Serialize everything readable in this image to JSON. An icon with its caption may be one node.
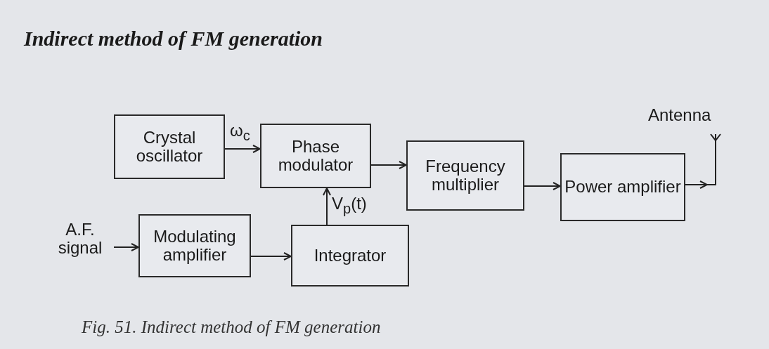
{
  "diagram": {
    "title": "Indirect method of FM generation",
    "caption": "Fig. 51. Indirect method of FM generation",
    "nodes": [
      {
        "text": [
          "Crystal oscillator"
        ]
      },
      {
        "text": [
          "Phase modulator"
        ]
      },
      {
        "text": [
          "Frequency multiplier"
        ]
      },
      {
        "text": [
          "Power amplifier"
        ]
      },
      {
        "text": [
          "A.F. signal"
        ]
      },
      {
        "text": [
          "Modulating amplifier"
        ]
      },
      {
        "text": [
          "Integrator"
        ]
      },
      {
        "text": [],
        "shape": "picture",
        "beside": [
          "Antenna"
        ]
      }
    ],
    "edges": [
      {
        "from": 0,
        "to": 1,
        "arrow": "to",
        "label": "ω$_{c}$"
      },
      {
        "from": 1,
        "to": 2,
        "arrow": "to"
      },
      {
        "from": 2,
        "to": 3,
        "arrow": "to"
      },
      {
        "from": 3,
        "to": 7,
        "arrow": "to"
      },
      {
        "from": 4,
        "to": 5,
        "arrow": "to"
      },
      {
        "from": 5,
        "to": 6,
        "arrow": "to"
      },
      {
        "from": 6,
        "to": 1,
        "arrow": "to",
        "label": "V$_{p}$(t)"
      }
    ]
  }
}
